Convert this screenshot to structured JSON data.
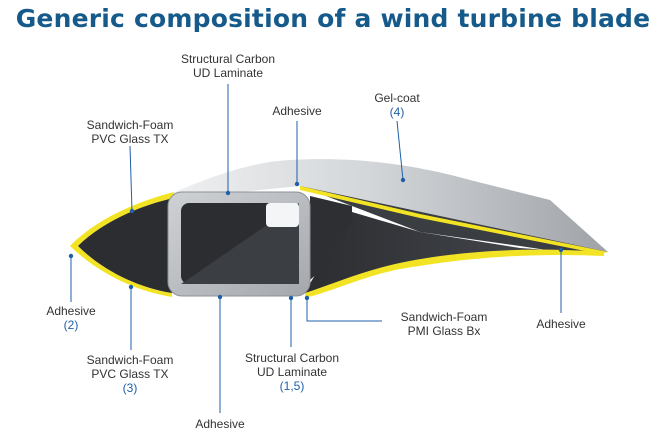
{
  "title": "Generic composition of a wind turbine blade",
  "colors": {
    "title": "#155a8a",
    "leader": "#1f5fa8",
    "adhesive": "#f2e424",
    "gelcoat": "#cfd2d6",
    "laminate": "#b6babf",
    "foam": "#2b2d31",
    "label_text": "#333333",
    "number_text": "#1f5fa8"
  },
  "labels": {
    "spar_top": {
      "line1": "Structural Carbon",
      "line2": "UD Laminate"
    },
    "adhesive_top": {
      "line1": "Adhesive"
    },
    "gelcoat": {
      "line1": "Gel-coat",
      "number": "(4)"
    },
    "foam_left_top": {
      "line1": "Sandwich-Foam",
      "line2": "PVC Glass TX"
    },
    "adhesive_left": {
      "line1": "Adhesive",
      "number": "(2)"
    },
    "foam_left_bottom": {
      "line1": "Sandwich-Foam",
      "line2": "PVC Glass TX",
      "number": "(3)"
    },
    "adhesive_bottom": {
      "line1": "Adhesive"
    },
    "spar_bottom": {
      "line1": "Structural Carbon",
      "line2": "UD Laminate",
      "number": "(1,5)"
    },
    "foam_right": {
      "line1": "Sandwich-Foam",
      "line2": "PMI Glass Bx"
    },
    "adhesive_right": {
      "line1": "Adhesive"
    }
  }
}
